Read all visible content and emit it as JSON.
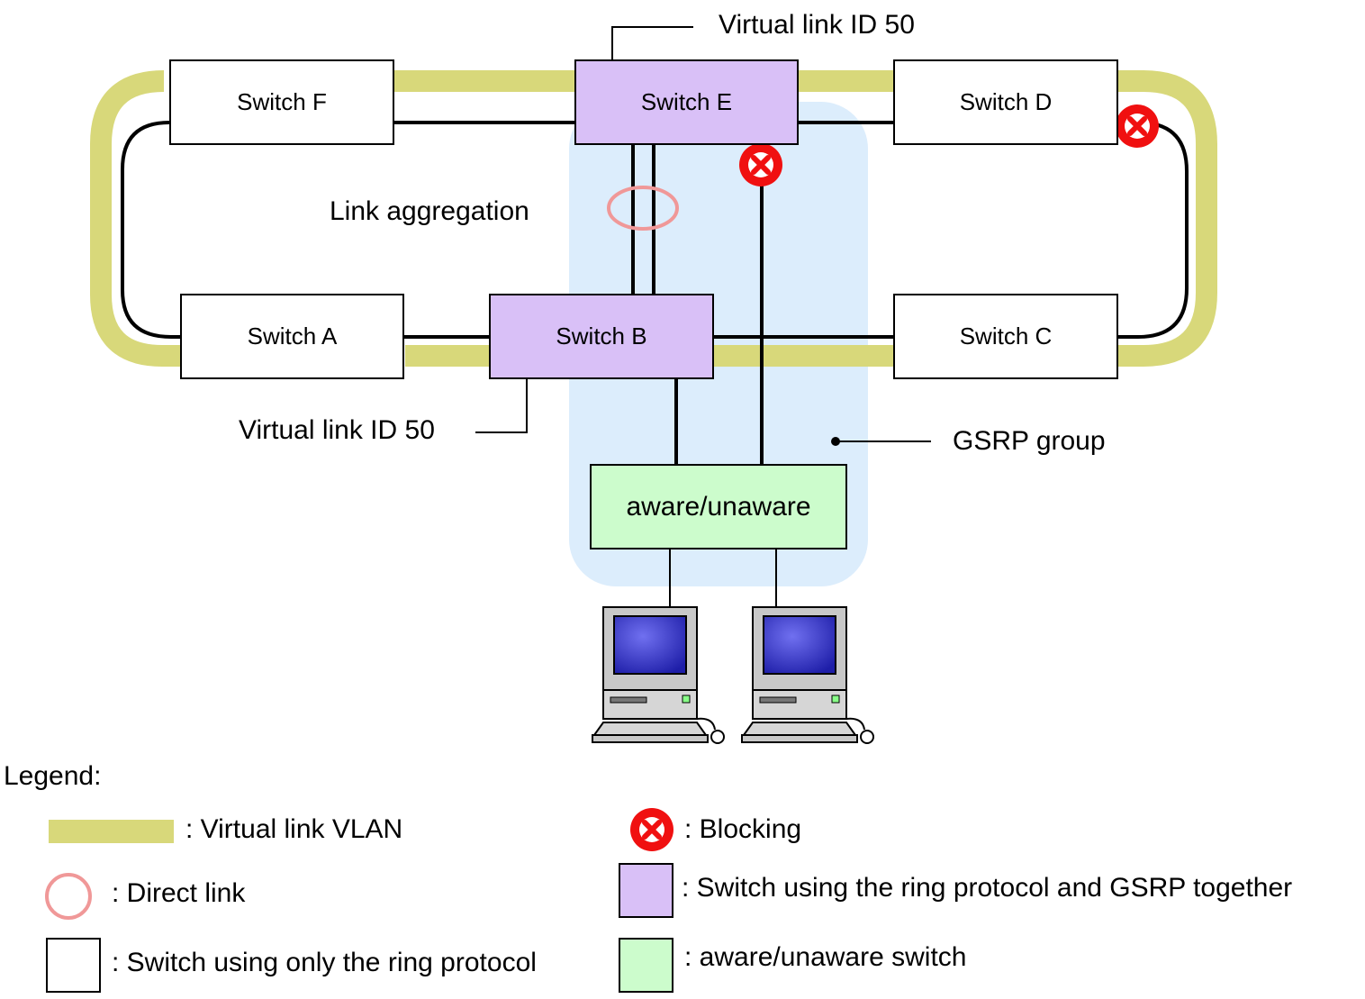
{
  "colors": {
    "vlan": "#d8d87a",
    "gsrp_bg": "#dcedfc",
    "ring_gsrp": "#d9c0f7",
    "aware": "#ccfccc",
    "direct_link": "#f09898",
    "blocking": "#f01010"
  },
  "nodes": {
    "switch_f": "Switch F",
    "switch_e": "Switch E",
    "switch_d": "Switch D",
    "switch_a": "Switch A",
    "switch_b": "Switch B",
    "switch_c": "Switch C",
    "aware": "aware/unaware"
  },
  "labels": {
    "virtual_link_top": "Virtual link ID 50",
    "virtual_link_bottom": "Virtual link ID 50",
    "link_aggregation": "Link aggregation",
    "gsrp_group": "GSRP group"
  },
  "icons": {
    "pc_left": "computer-icon",
    "pc_right": "computer-icon",
    "blocking": "blocking-icon"
  },
  "legend": {
    "title": "Legend:",
    "vlan": ": Virtual link VLAN",
    "direct_link": ": Direct link",
    "ring_only": ": Switch using only the ring protocol",
    "blocking": ": Blocking",
    "ring_gsrp": ": Switch using the ring protocol and GSRP together",
    "aware": ": aware/unaware switch"
  }
}
